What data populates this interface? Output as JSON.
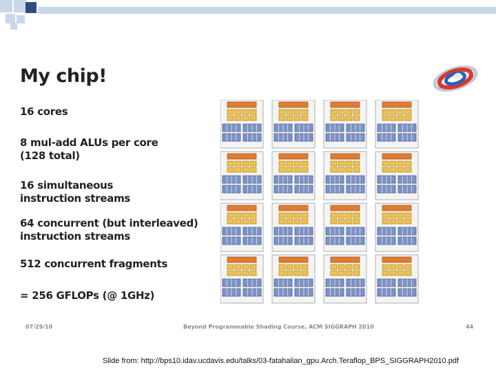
{
  "slide": {
    "title": "My chip!",
    "bullets": [
      {
        "lines": [
          "16 cores"
        ]
      },
      {
        "lines": [
          "8 mul-add ALUs per core",
          "(128 total)"
        ]
      },
      {
        "lines": [
          "16 simultaneous",
          "instruction streams"
        ]
      },
      {
        "lines": [
          "64 concurrent (but interleaved)",
          "instruction streams"
        ]
      },
      {
        "lines": [
          "512 concurrent fragments"
        ]
      },
      {
        "lines": [
          "= 256 GFLOPs   (@ 1GHz)"
        ]
      }
    ],
    "chip_diagram": {
      "core_grid": "4 x 4",
      "alus_per_core": 8
    }
  },
  "footer": {
    "date": "07/29/10",
    "course": "Beyond Programmable Shading Course, ACM SIGGRAPH 2010",
    "page": "44"
  },
  "source": "Slide from:  http://bps10.idav.ucdavis.edu/talks/03-fatahalian_gpu.Arch.Teraflop_BPS_SIGGRAPH2010.pdf",
  "colors": {
    "header_bar": "#c9d7e9",
    "header_square": "#2e4d7f",
    "fetch_decode": "#e07c33",
    "alu": "#f2c24a",
    "context": "#7e93c4"
  }
}
